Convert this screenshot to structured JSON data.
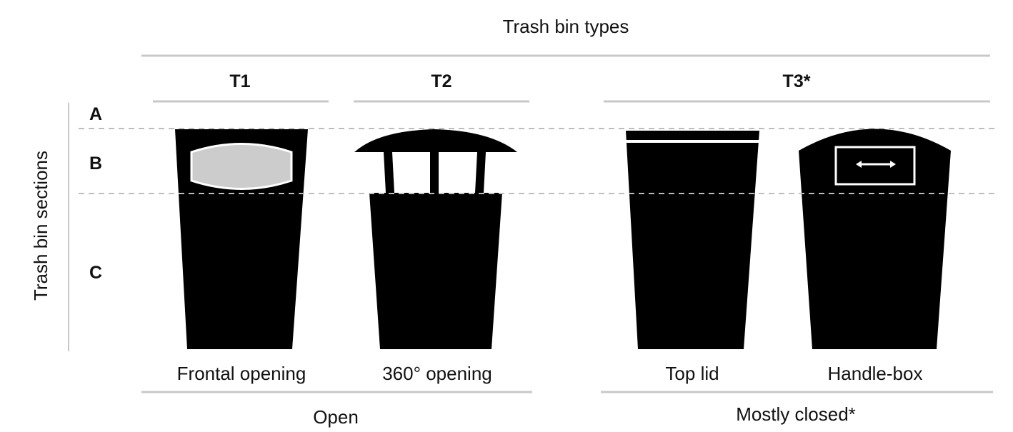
{
  "title": "Trash bin types",
  "y_axis_label": "Trash bin sections",
  "sections": [
    "A",
    "B",
    "C"
  ],
  "types": [
    {
      "code": "T1"
    },
    {
      "code": "T2"
    },
    {
      "code": "T3*"
    }
  ],
  "bins": [
    {
      "label": "Frontal opening",
      "type": "T1",
      "icon": "frontal-opening-bin-icon"
    },
    {
      "label": "360° opening",
      "type": "T2",
      "icon": "360-opening-bin-icon"
    },
    {
      "label": "Top lid",
      "type": "T3*",
      "icon": "top-lid-bin-icon"
    },
    {
      "label": "Handle-box",
      "type": "T3*",
      "icon": "handle-box-bin-icon"
    }
  ],
  "groups": [
    {
      "label": "Open"
    },
    {
      "label": "Mostly closed*"
    }
  ],
  "colors": {
    "bin": "#000000",
    "rule": "#c8c8c8",
    "window": "#cccccc",
    "dashed": "#bdbdbd"
  }
}
